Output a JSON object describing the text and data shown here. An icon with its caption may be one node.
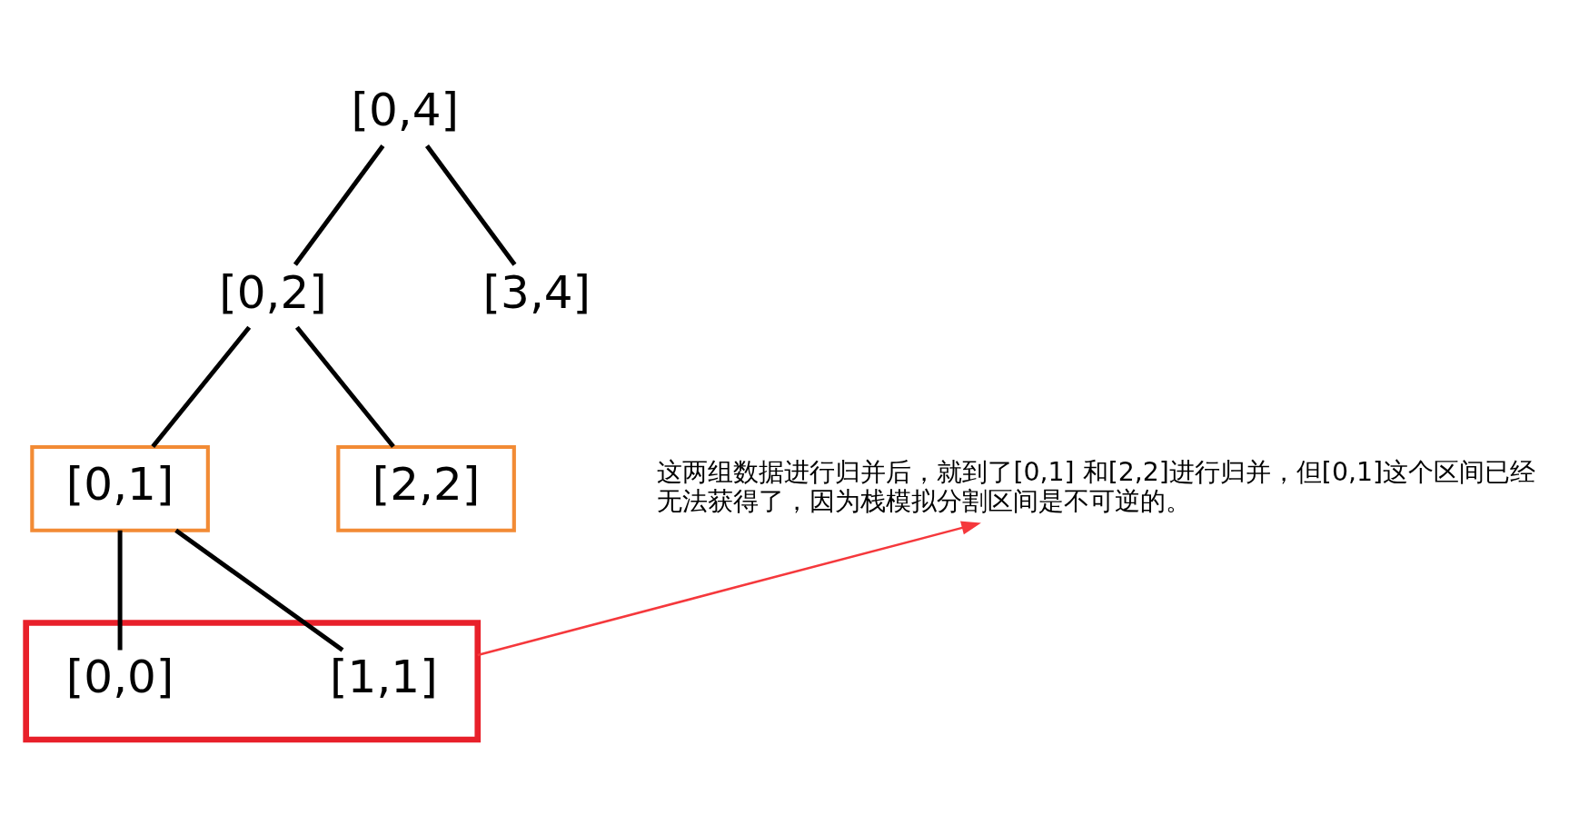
{
  "diagram": {
    "nodes": [
      {
        "text": [
          "[0,4]"
        ]
      },
      {
        "text": [
          "[0,2]"
        ]
      },
      {
        "text": [
          "[3,4]"
        ]
      },
      {
        "text": [
          "[0,1]"
        ]
      },
      {
        "text": [
          "[2,2]"
        ]
      },
      {
        "text": [],
        "shape": "box"
      },
      {
        "text": [
          "[0,0]"
        ],
        "in": 5
      },
      {
        "text": [
          "[1,1]"
        ],
        "in": 5
      },
      {
        "text": [
          "这两组数据进行归并后，就到了[0,1] 和[2,2]进行归并，但[0,1]这个区间已经无法获得了，因为栈模拟分割区间是不可逆的。"
        ]
      }
    ],
    "edges": [
      {
        "from": 0,
        "to": 1,
        "arrow": "none"
      },
      {
        "from": 0,
        "to": 2,
        "arrow": "none"
      },
      {
        "from": 1,
        "to": 3,
        "arrow": "none"
      },
      {
        "from": 1,
        "to": 4,
        "arrow": "none"
      },
      {
        "from": 3,
        "to": 6,
        "arrow": "none"
      },
      {
        "from": 3,
        "to": 7,
        "arrow": "none"
      },
      {
        "from": 5,
        "to": 8,
        "arrow": "to",
        "color": "#f5383c"
      }
    ]
  }
}
